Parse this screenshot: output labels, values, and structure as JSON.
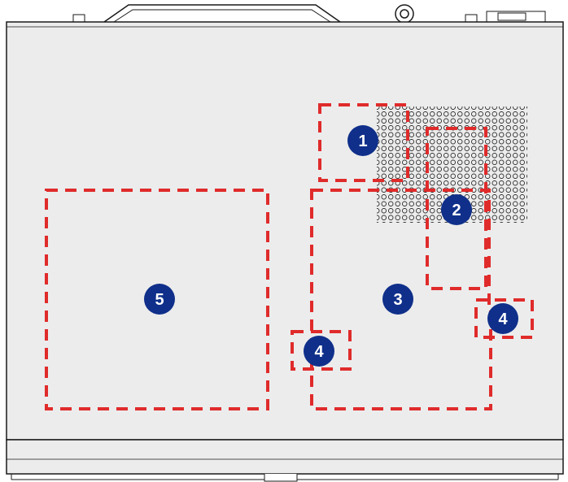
{
  "diagram": {
    "colors": {
      "zone_stroke": "#e02b2b",
      "badge_fill": "#0f2f8a",
      "badge_text": "#ffffff",
      "body_fill": "#ececec",
      "outline": "#1a1a1a"
    },
    "callouts": {
      "c1": "1",
      "c2": "2",
      "c3": "3",
      "c4a": "4",
      "c4b": "4",
      "c5": "5"
    }
  }
}
